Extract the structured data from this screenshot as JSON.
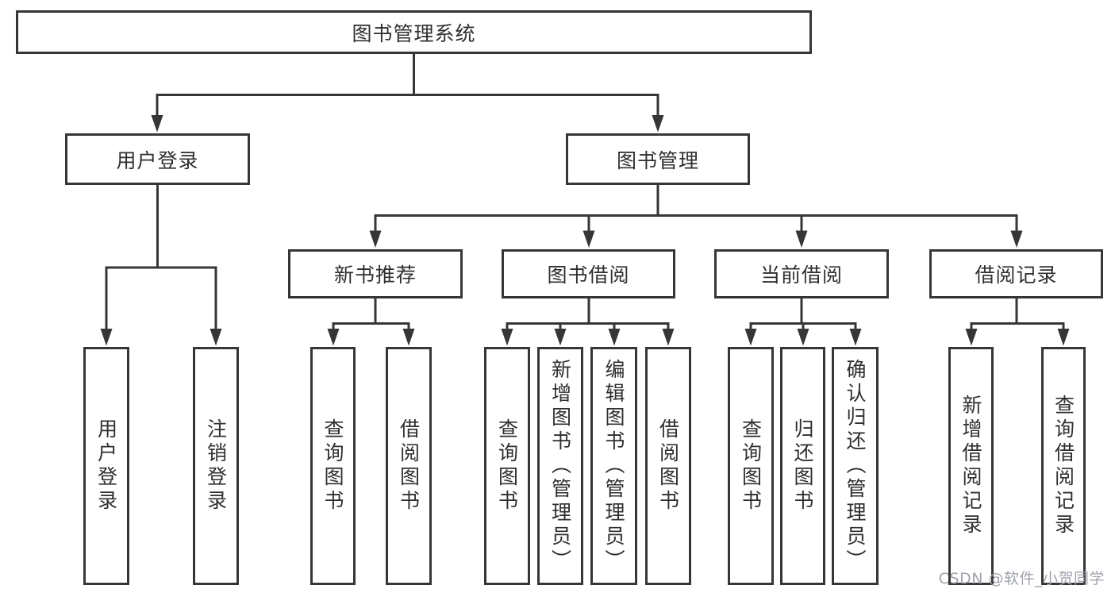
{
  "diagram": {
    "root": "图书管理系统",
    "level2": [
      "用户登录",
      "图书管理"
    ],
    "level3": [
      "新书推荐",
      "图书借阅",
      "当前借阅",
      "借阅记录"
    ],
    "leaves": {
      "user_login": [
        "用户登录",
        "注销登录"
      ],
      "new_books": [
        "查询图书",
        "借阅图书"
      ],
      "book_borrowing": [
        "查询图书",
        "新增图书（管理员）",
        "编辑图书（管理员）",
        "借阅图书"
      ],
      "current_borrowing": [
        "查询图书",
        "归还图书",
        "确认归还（管理员）"
      ],
      "borrowing_records": [
        "新增借阅记录",
        "查询借阅记录"
      ]
    },
    "watermark": "CSDN @软件_小贺同学",
    "colors": {
      "line": "#363636",
      "text": "#2f2f2f",
      "background": "#ffffff",
      "watermark": "#9fa3ab"
    }
  }
}
